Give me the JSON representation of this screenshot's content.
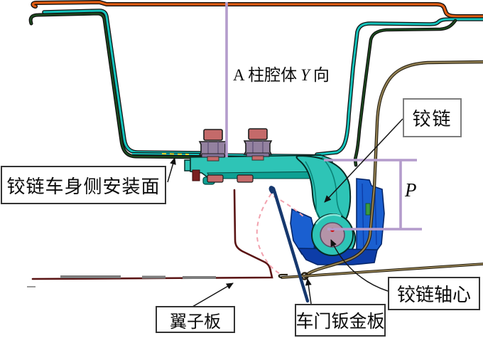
{
  "diagram": {
    "type": "engineering-section-diagram",
    "labels": {
      "hinge_mount_surface": "铰链车身侧安装面",
      "hinge": "铰链",
      "hinge_axis": "铰链轴心",
      "door_panel": "车门钣金板",
      "fender": "翼子板"
    },
    "dimension_a_pillar": {
      "prefix": "A 柱腔体",
      "italic": "Y",
      "suffix": "向"
    },
    "dimension_p": "P",
    "colors": {
      "pillar_outer_orange": "#e05c12",
      "pillar_inner_teal": "#14c2ba",
      "reinforcement_green": "#1d4a1f",
      "door_panel_khaki": "#948153",
      "fender_maroon": "#5a1414",
      "hinge_teal": "#2ec4b6",
      "hinge_teal_dark": "#0da093",
      "door_bracket_blue": "#1a5fd0",
      "door_bracket_blue_dark": "#0d3da8",
      "pivot_mauve": "#b494a8",
      "axis_dot_red": "#cc1111",
      "dimension_purple": "#b49ccc",
      "swing_arc_pink": "#f2a2ae",
      "section_navy": "#16386e",
      "bolt_pink": "#c46a6a",
      "nut_mauve": "#93819f",
      "overlay_gray": "#7d7d7d",
      "surface_dash_yellow": "#e6e432"
    }
  }
}
